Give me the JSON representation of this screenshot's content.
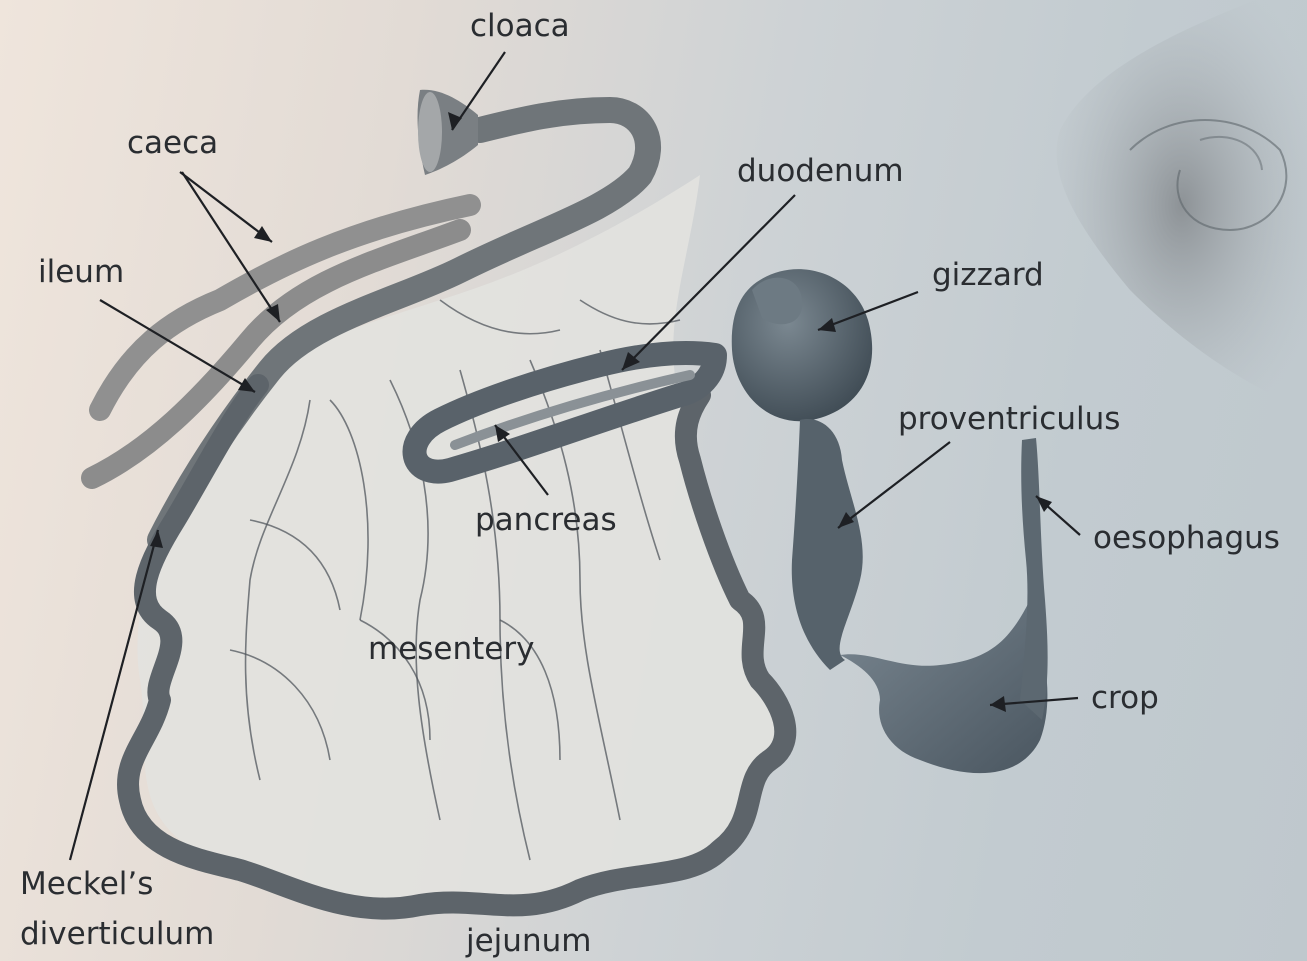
{
  "labels": {
    "cloaca": "cloaca",
    "caeca": "caeca",
    "ileum": "ileum",
    "duodenum": "duodenum",
    "gizzard": "gizzard",
    "proventriculus": "proventriculus",
    "oesophagus": "oesophagus",
    "pancreas": "pancreas",
    "mesentery": "mesentery",
    "crop": "crop",
    "meckels_line1": "Meckel’s",
    "meckels_line2": "diverticulum",
    "jejunum": "jejunum"
  },
  "colors": {
    "organ_dark": "#4b5862",
    "organ_mid": "#68757e",
    "intestine": "#6e7479",
    "caeca": "#8f8f8f",
    "mesentery": "#e3e2df",
    "label_text": "#2a2d31"
  }
}
